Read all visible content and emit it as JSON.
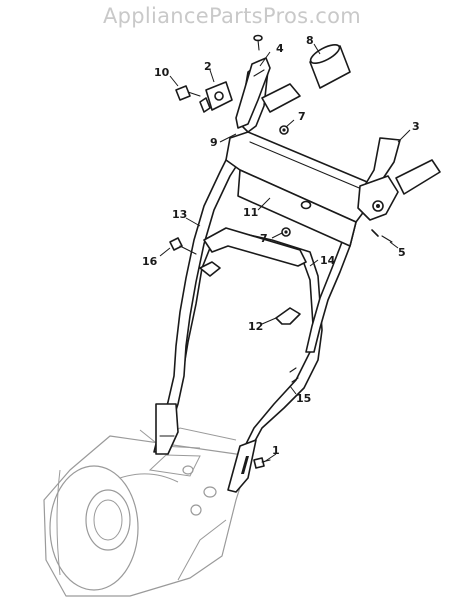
{
  "watermark": "AppliancePartsPros.com",
  "callouts": [
    {
      "id": "c1",
      "label": "1"
    },
    {
      "id": "c2",
      "label": "2"
    },
    {
      "id": "c3",
      "label": "3"
    },
    {
      "id": "c4",
      "label": "4"
    },
    {
      "id": "c5",
      "label": "5"
    },
    {
      "id": "c7a",
      "label": "7"
    },
    {
      "id": "c7b",
      "label": "7"
    },
    {
      "id": "c8",
      "label": "8"
    },
    {
      "id": "c9",
      "label": "9"
    },
    {
      "id": "c10",
      "label": "10"
    },
    {
      "id": "c11",
      "label": "11"
    },
    {
      "id": "c12",
      "label": "12"
    },
    {
      "id": "c13",
      "label": "13"
    },
    {
      "id": "c14",
      "label": "14"
    },
    {
      "id": "c15",
      "label": "15"
    },
    {
      "id": "c16",
      "label": "16"
    }
  ]
}
